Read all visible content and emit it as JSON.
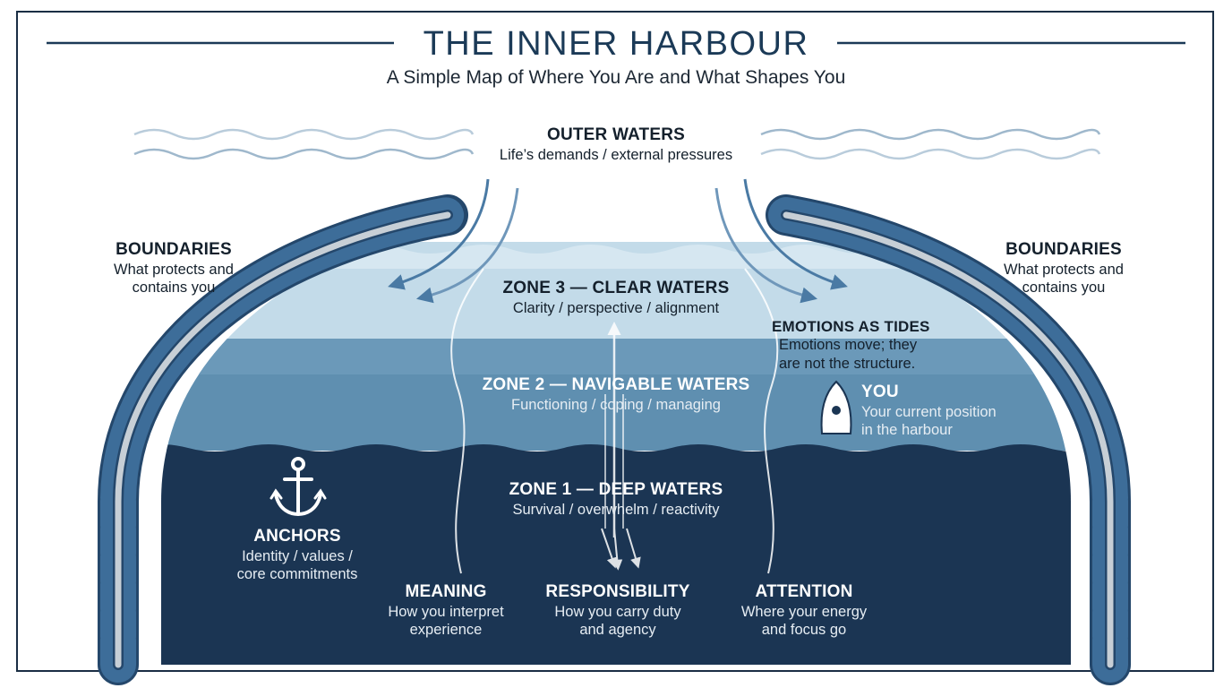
{
  "title": "THE INNER HARBOUR",
  "subtitle": "A Simple Map of Where You Are and What Shapes You",
  "outer_waters": {
    "title": "OUTER WATERS",
    "subtitle": "Life’s demands / external pressures"
  },
  "boundaries_left": {
    "title": "BOUNDARIES",
    "line1": "What protects and",
    "line2": "contains you"
  },
  "boundaries_right": {
    "title": "BOUNDARIES",
    "line1": "What protects and",
    "line2": "contains you"
  },
  "zone3": {
    "title": "ZONE 3 — CLEAR WATERS",
    "subtitle": "Clarity / perspective / alignment"
  },
  "zone2": {
    "title": "ZONE 2 — NAVIGABLE WATERS",
    "subtitle": "Functioning / coping / managing"
  },
  "zone1": {
    "title": "ZONE 1 — DEEP WATERS",
    "subtitle": "Survival / overwhelm / reactivity"
  },
  "emotions": {
    "title": "EMOTIONS AS TIDES",
    "line1": "Emotions move; they",
    "line2": "are not the structure."
  },
  "you": {
    "title": "YOU",
    "line1": "Your current position",
    "line2": "in the harbour"
  },
  "anchors": {
    "title": "ANCHORS",
    "line1": "Identity / values /",
    "line2": "core commitments"
  },
  "meaning": {
    "title": "MEANING",
    "line1": "How you interpret",
    "line2": "experience"
  },
  "responsibility": {
    "title": "RESPONSIBILITY",
    "line1": "How you carry duty",
    "line2": "and agency"
  },
  "attention": {
    "title": "ATTENTION",
    "line1": "Where your energy",
    "line2": "and focus go"
  },
  "colors": {
    "title": "#1b3a57",
    "frame": "#1a2e44",
    "wall": "#3d6d99",
    "zone3": "#c3dbe9",
    "zone2": "#5f8fb0",
    "zone1": "#1b3553",
    "wave": "#7d9fba"
  },
  "icons": {
    "anchor": "anchor-icon",
    "boat": "boat-icon"
  }
}
